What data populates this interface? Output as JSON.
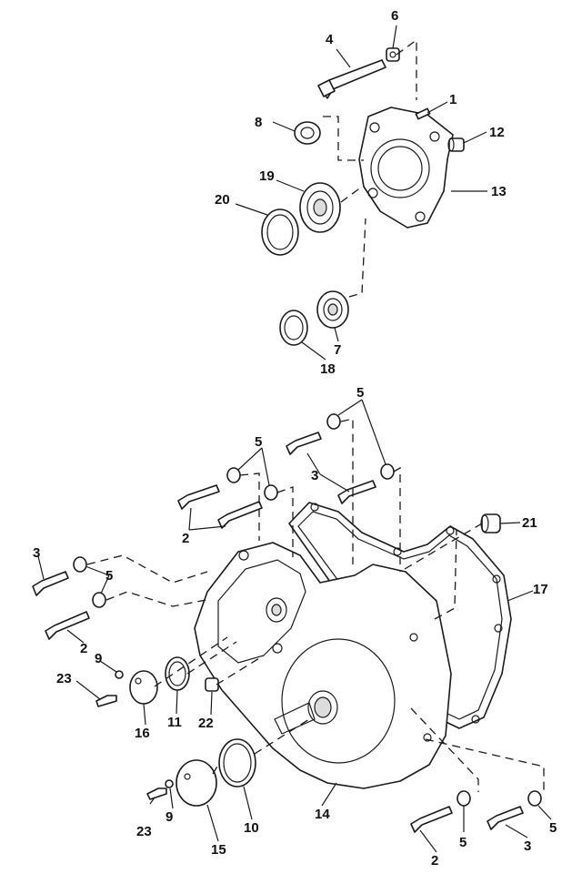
{
  "diagram": {
    "callouts": {
      "c1": "1",
      "c2a": "2",
      "c2b": "2",
      "c2c": "2",
      "c3a": "3",
      "c3b": "3",
      "c3c": "3",
      "c4": "4",
      "c5a": "5",
      "c5b": "5",
      "c5c": "5",
      "c5d": "5",
      "c5e": "5",
      "c6": "6",
      "c7": "7",
      "c8": "8",
      "c9a": "9",
      "c9b": "9",
      "c10": "10",
      "c11": "11",
      "c12": "12",
      "c13": "13",
      "c14": "14",
      "c15": "15",
      "c16": "16",
      "c17": "17",
      "c18": "18",
      "c19": "19",
      "c20": "20",
      "c21": "21",
      "c22": "22",
      "c23a": "23",
      "c23b": "23"
    }
  }
}
